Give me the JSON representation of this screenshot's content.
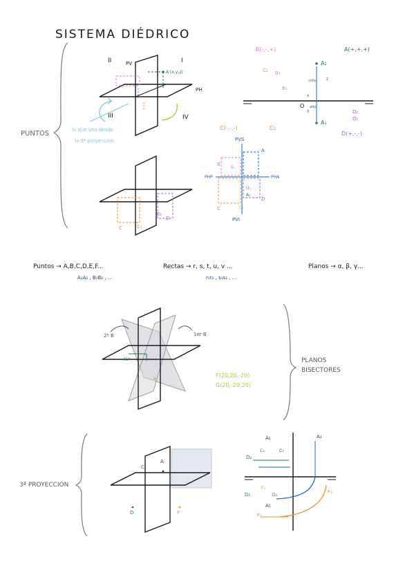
{
  "title": "SISTEMA DIÉDRICO",
  "colors": {
    "ink": "#1a1a1a",
    "green": "#1f7a5a",
    "pink": "#e07ad8",
    "blue": "#1565c0",
    "orange": "#f28c28",
    "purple": "#a064d8",
    "cyan": "#7cc7dd",
    "lime": "#a9c83c",
    "gray": "#9aa0a6",
    "darkblue": "#1e3a78"
  },
  "puntos": {
    "label": "PUNTOS",
    "quadrants": {
      "I": "I",
      "II": "II",
      "III": "III",
      "IV": "IV"
    },
    "pv": "PV",
    "ph": "PH",
    "pointA": "A (x,y,z)",
    "note_line1": "lo que veo desde",
    "note_line2": "la 3ª proyección",
    "right": {
      "B": "B(-,-,+)",
      "A": "A(+,+,+)",
      "C": "C(-,-,-)",
      "D": "D(+,-,-)",
      "origin": "O",
      "A2": "A₂",
      "A1": "A₁",
      "B2": "B₂",
      "B1": "B₁",
      "C2": "C₂",
      "C1": "C₁",
      "D2": "D₂",
      "D1": "D₁",
      "cota": "cota",
      "alej": "alej",
      "x": "x",
      "z": "z",
      "y": "y"
    },
    "third_planes": {
      "PVS": "PVS",
      "PVI": "PVI",
      "PHP": "PHP",
      "PHA": "PHA",
      "A": "A",
      "A1": "A₁",
      "B": "B",
      "B1": "B₁",
      "C": "C",
      "C1": "C₁",
      "D": "D",
      "D1": "D₁"
    },
    "lower": {
      "C": "C",
      "C1": "C₁",
      "D": "D",
      "D1": "D₁"
    }
  },
  "notation": {
    "puntos": "Puntos → A,B,C,D,E,F...",
    "puntos_sub": "A₁A₂ , B₁B₂ , ...",
    "rectas": "Rectas → r, s, t, u, v ...",
    "rectas_sub": "r₁r₂ , s₁s₂ , ...",
    "planos": "Planos → α, β, γ..."
  },
  "bisectores": {
    "label_1": "PLANOS",
    "label_2": "BISECTORES",
    "second": "2º B",
    "first": "1er B",
    "angle": "45°",
    "F": "F(20,20,-20)",
    "G": "G(20,-20,20)"
  },
  "tercera": {
    "label": "3ª PROYECCIÓN",
    "C": "C",
    "A": "A",
    "D": "D",
    "F": "F",
    "right": {
      "A2": "A₂",
      "A3": "A₃",
      "A1": "A₁",
      "D2": "D₂",
      "C2": "C₂",
      "C3": "C₃",
      "D3": "D₃",
      "F2": "F₂",
      "F3": "F₃",
      "F1": "F₁",
      "D1": "D₁"
    }
  }
}
